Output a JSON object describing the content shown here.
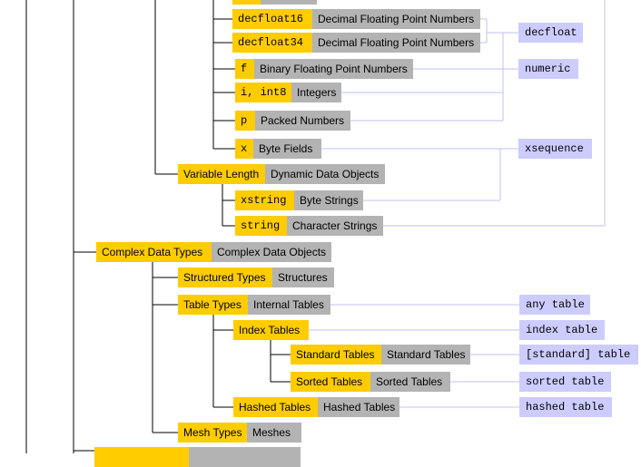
{
  "colors": {
    "type_box": "#ffcc00",
    "desc_box": "#b3b3b3",
    "generic_box": "#ccccff",
    "tree_line": "#000000",
    "generic_line": "#c0c0f0"
  },
  "nodes": {
    "decfloat16": {
      "keyword": "decfloat16",
      "desc": "Decimal Floating Point Numbers"
    },
    "decfloat34": {
      "keyword": "decfloat34",
      "desc": "Decimal Floating Point Numbers"
    },
    "f": {
      "keyword": "f",
      "desc": "Binary Floating Point Numbers"
    },
    "i": {
      "keyword": "i, int8",
      "desc": "Integers"
    },
    "p": {
      "keyword": "p",
      "desc": "Packed Numbers"
    },
    "x": {
      "keyword": "x",
      "desc": "Byte Fields"
    },
    "variable_length": {
      "label": "Variable Length",
      "desc": "Dynamic Data Objects"
    },
    "xstring": {
      "keyword": "xstring",
      "desc": "Byte Strings"
    },
    "string": {
      "keyword": "string",
      "desc": "Character Strings"
    },
    "complex": {
      "label": "Complex Data Types",
      "desc": "Complex Data Objects"
    },
    "structured": {
      "label": "Structured Types",
      "desc": "Structures"
    },
    "table_types": {
      "label": "Table Types",
      "desc": "Internal Tables"
    },
    "index_tables": {
      "label": "Index Tables"
    },
    "standard_tables": {
      "label": "Standard Tables",
      "desc": "Standard Tables"
    },
    "sorted_tables": {
      "label": "Sorted Tables",
      "desc": "Sorted Tables"
    },
    "hashed_tables": {
      "label": "Hashed Tables",
      "desc": "Hashed Tables"
    },
    "mesh_types": {
      "label": "Mesh Types",
      "desc": "Meshes"
    }
  },
  "generic_types": {
    "decfloat": "decfloat",
    "numeric": "numeric",
    "xsequence": "xsequence",
    "any_table": "any table",
    "index_table": "index table",
    "standard_table": "[standard] table",
    "sorted_table": "sorted table",
    "hashed_table": "hashed table"
  }
}
